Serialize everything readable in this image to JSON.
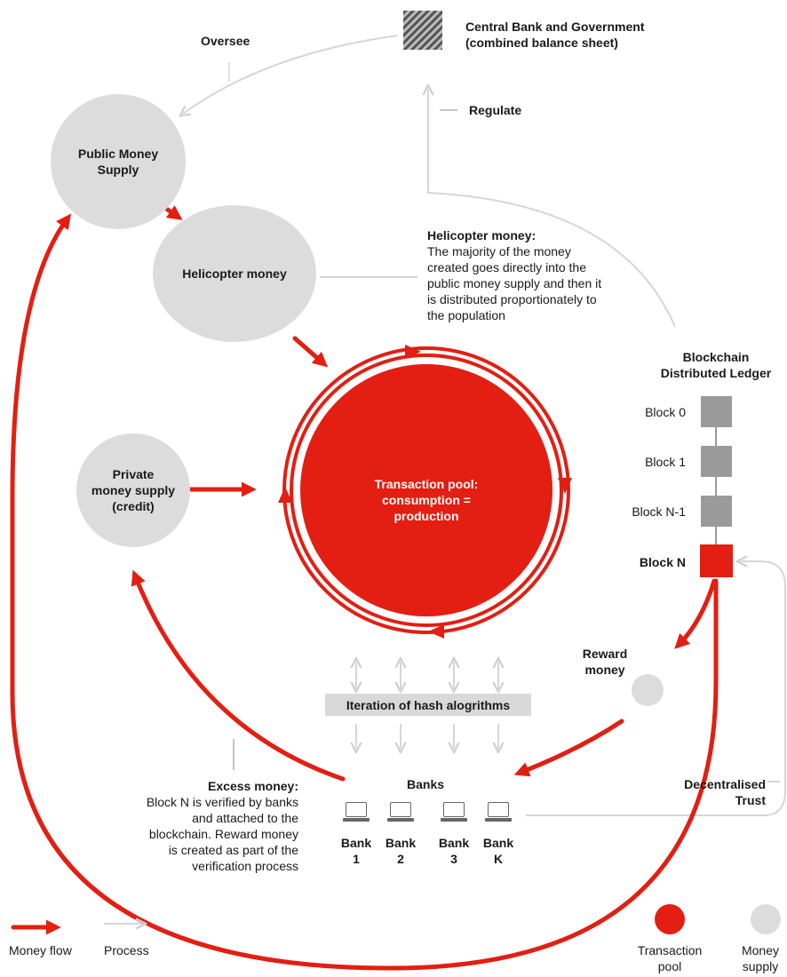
{
  "central_bank": {
    "line1": "Central Bank and Government",
    "line2": "(combined balance sheet)"
  },
  "oversee": "Oversee",
  "regulate": "Regulate",
  "public_money": {
    "line1": "Public Money",
    "line2": "Supply"
  },
  "helicopter_node": "Helicopter money",
  "helicopter_note": {
    "title": "Helicopter money:",
    "lines": [
      "The majority of the money",
      "created goes directly into the",
      "public money supply and then it",
      "is distributed proportionately to",
      "the population"
    ]
  },
  "transaction_pool": {
    "line1": "Transaction pool:",
    "line2": "consumption =",
    "line3": "production"
  },
  "private_money": {
    "line1": "Private",
    "line2": "money supply",
    "line3": "(credit)"
  },
  "blockchain": {
    "title_line1": "Blockchain",
    "title_line2": "Distributed Ledger",
    "blocks": [
      "Block 0",
      "Block 1",
      "Block N-1",
      "Block N"
    ]
  },
  "reward_money": {
    "line1": "Reward",
    "line2": "money"
  },
  "hash_label": "Iteration of hash alogrithms",
  "banks_title": "Banks",
  "banks": [
    {
      "line1": "Bank",
      "line2": "1"
    },
    {
      "line1": "Bank",
      "line2": "2"
    },
    {
      "line1": "Bank",
      "line2": "3"
    },
    {
      "line1": "Bank",
      "line2": "K"
    }
  ],
  "decentralised": {
    "line1": "Decentralised",
    "line2": "Trust"
  },
  "excess_note": {
    "title": "Excess money:",
    "lines": [
      "Block N is verified by banks",
      "and attached to the",
      "blockchain. Reward money",
      "is created as part of the",
      "verification process"
    ]
  },
  "legend": {
    "money_flow": "Money flow",
    "process": "Process",
    "transaction_pool": {
      "line1": "Transaction",
      "line2": "pool"
    },
    "money_supply": {
      "line1": "Money",
      "line2": "supply"
    }
  },
  "colors": {
    "red": "#e31e12",
    "gray_circle": "#dcdcdc",
    "block_gray": "#9a9a9a",
    "process_line": "#d6d6d6"
  }
}
